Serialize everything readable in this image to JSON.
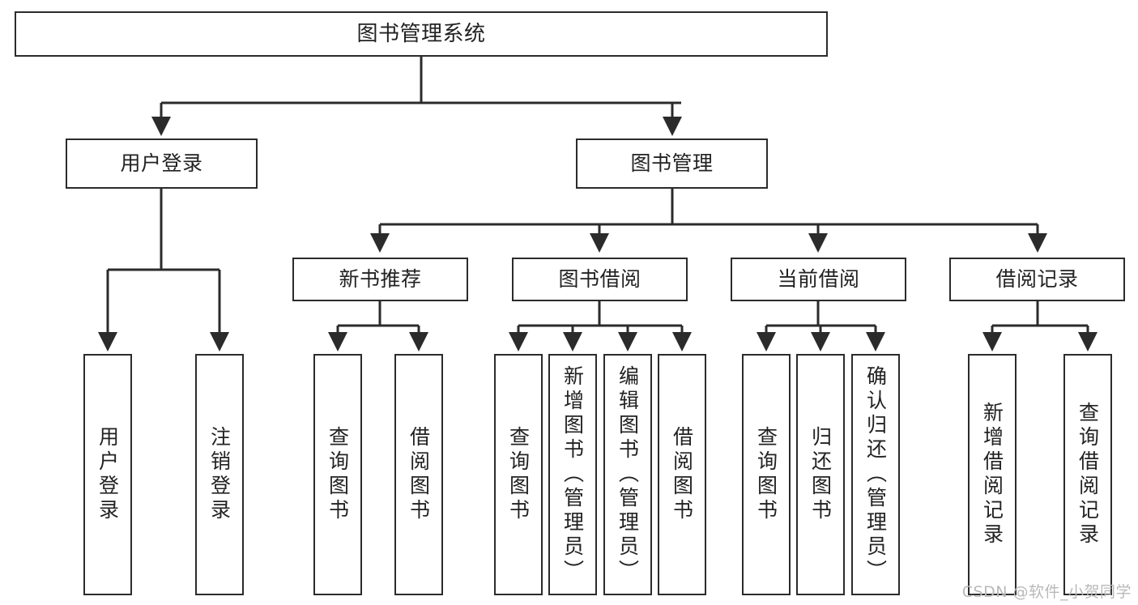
{
  "diagram": {
    "title": "图书管理系统",
    "type": "tree-hierarchy",
    "watermark": "CSDN @软件_小贺同学",
    "colors": {
      "stroke": "#2b2b2b",
      "fill": "#ffffff",
      "text": "#222222",
      "watermark": "#b9b9b9"
    },
    "nodes": {
      "root": {
        "label": "图书管理系统"
      },
      "level2": [
        {
          "label": "用户登录"
        },
        {
          "label": "图书管理"
        }
      ],
      "level3": [
        {
          "label": "新书推荐"
        },
        {
          "label": "图书借阅"
        },
        {
          "label": "当前借阅"
        },
        {
          "label": "借阅记录"
        }
      ],
      "leaves": {
        "user_login": [
          {
            "label": "用户登录"
          },
          {
            "label": "注销登录"
          }
        ],
        "new_book": [
          {
            "label": "查询图书"
          },
          {
            "label": "借阅图书"
          }
        ],
        "book_borrow": [
          {
            "label": "查询图书"
          },
          {
            "label": "新增图书（管理员）"
          },
          {
            "label": "编辑图书（管理员）"
          },
          {
            "label": "借阅图书"
          }
        ],
        "current_borrow": [
          {
            "label": "查询图书"
          },
          {
            "label": "归还图书"
          },
          {
            "label": "确认归还（管理员）"
          }
        ],
        "borrow_record": [
          {
            "label": "新增借阅记录"
          },
          {
            "label": "查询借阅记录"
          }
        ]
      }
    }
  }
}
